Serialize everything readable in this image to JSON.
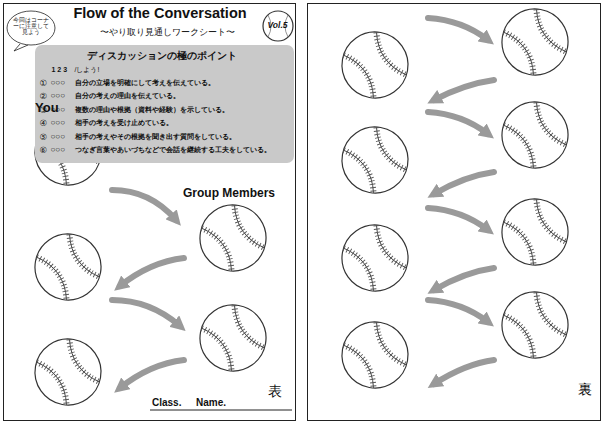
{
  "diagram": {
    "title": "Flow of the Conversation",
    "nodes": [
      {
        "text": [
          "表"
        ]
      },
      {
        "text": [
          "裏"
        ]
      },
      {
        "text": [
          "今回はコーナーに注意して見よう"
        ],
        "in": 0
      },
      {
        "text": [
          "Vol.5"
        ],
        "in": 0
      },
      {
        "text": [
          "ディスカッションの極のポイント",
          "1 2 3",
          "/しよう!",
          "①",
          "○○○",
          "自分の立場を明確にして考えを伝えている。",
          "②",
          "○○○",
          "自分の考えの理由を伝えている。",
          "③",
          "○○○",
          "複数の理由や根拠（資料や経験）を示している。",
          "④",
          "○○○",
          "相手の考えを受け止めている。",
          "⑤",
          "○○○",
          "相手の考えやその根拠を聞き出す質問をしている。",
          "⑥",
          "○○○",
          "つなぎ言葉やあいづちなどで会話を継続する工夫をしている。"
        ],
        "in": 0
      }
    ],
    "labels": [
      "〜やり取り見通しワークシート〜",
      "You",
      "Group Members",
      "Class.",
      "Name."
    ]
  }
}
